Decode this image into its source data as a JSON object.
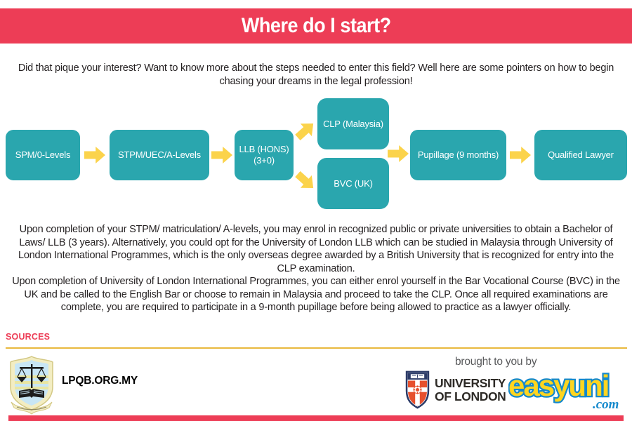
{
  "colors": {
    "banner_red": "#ed3d56",
    "box_teal": "#2aa6ae",
    "arrow_yellow": "#fbd34b",
    "divider_gold": "#e9b93d",
    "easyuni_blue": "#1589cc",
    "easyuni_yellow": "#ffd520",
    "uol_navy": "#2b3a67",
    "uol_orange": "#e6502e"
  },
  "header": {
    "title": "Where do I start?"
  },
  "intro": "Did that pique your interest? Want to know more about the steps needed to enter this field? Well here are some pointers on how to begin chasing your dreams in the legal profession!",
  "flowchart": {
    "step_spm": "SPM/0-Levels",
    "step_stpm": "STPM/UEC/A-Levels",
    "step_llb": "LLB (HONS) (3+0)",
    "step_clp": "CLP (Malaysia)",
    "step_bvc": "BVC (UK)",
    "step_pupillage": "Pupillage (9 months)",
    "step_qualified": "Qualified Lawyer"
  },
  "paragraphs": {
    "p1": "Upon completion of your STPM/ matriculation/ A-levels, you may enrol in recognized public or private universities to obtain a Bachelor of Laws/ LLB (3 years). Alternatively, you could opt for the University of London LLB which can be studied in Malaysia through University of London International Programmes, which is the only overseas degree awarded by a British University that is recognized for entry into the CLP examination.",
    "p2": "Upon completion of University of London International Programmes, you can either enrol yourself in the Bar Vocational Course (BVC) in the UK and be called to the English Bar or choose to remain in Malaysia and proceed to take the CLP. Once all required examinations are complete, you are required to participate in a 9-month pupillage before being allowed to practice as a lawyer officially."
  },
  "sources": {
    "label": "SOURCES",
    "site_label": "LPQB.ORG.MY"
  },
  "footer": {
    "brought_by": "brought to you by",
    "uol_name_line1": "UNIVERSITY",
    "uol_name_line2": "OF LONDON",
    "easyuni_text": "easyuni",
    "easyuni_com": ".com"
  }
}
